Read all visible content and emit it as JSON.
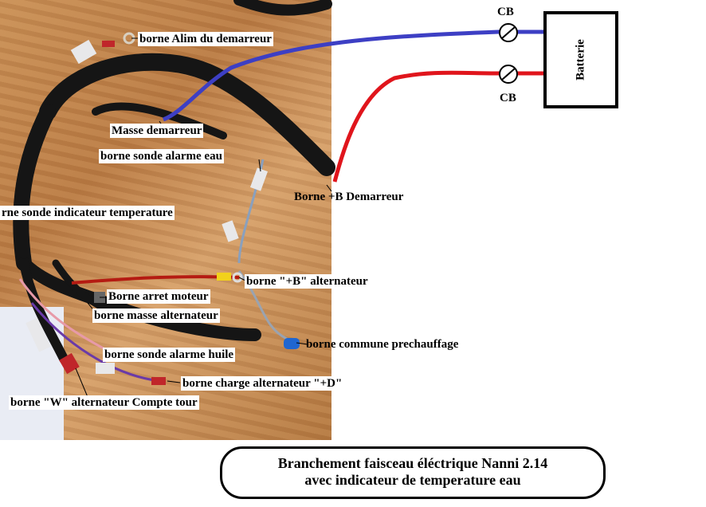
{
  "labels": {
    "alim_demarreur": "borne Alim du demarreur",
    "masse_demarreur": "Masse demarreur",
    "sonde_alarme_eau": "borne sonde alarme eau",
    "b_demarreur": "Borne +B  Demarreur",
    "sonde_indicateur_temp": "rne sonde  indicateur  temperature",
    "b_alternateur": "borne \"+B\" alternateur",
    "arret_moteur": "Borne arret moteur",
    "masse_alternateur": "borne masse alternateur",
    "commune_prechauffage": "borne commune prechauffage",
    "sonde_alarme_huile": "borne sonde alarme huile",
    "charge_alternateur": "borne charge alternateur  \"+D\"",
    "w_alternateur": "borne \"W\" alternateur  Compte tour"
  },
  "breakers": {
    "top": "CB",
    "bottom": "CB"
  },
  "battery": {
    "label": "Batterie"
  },
  "caption": {
    "line1": "Branchement faisceau éléctrique Nanni 2.14",
    "line2": "avec indicateur  de temperature eau"
  },
  "colors": {
    "negative_wire": "#3d3fc4",
    "positive_wire": "#e0151c"
  }
}
